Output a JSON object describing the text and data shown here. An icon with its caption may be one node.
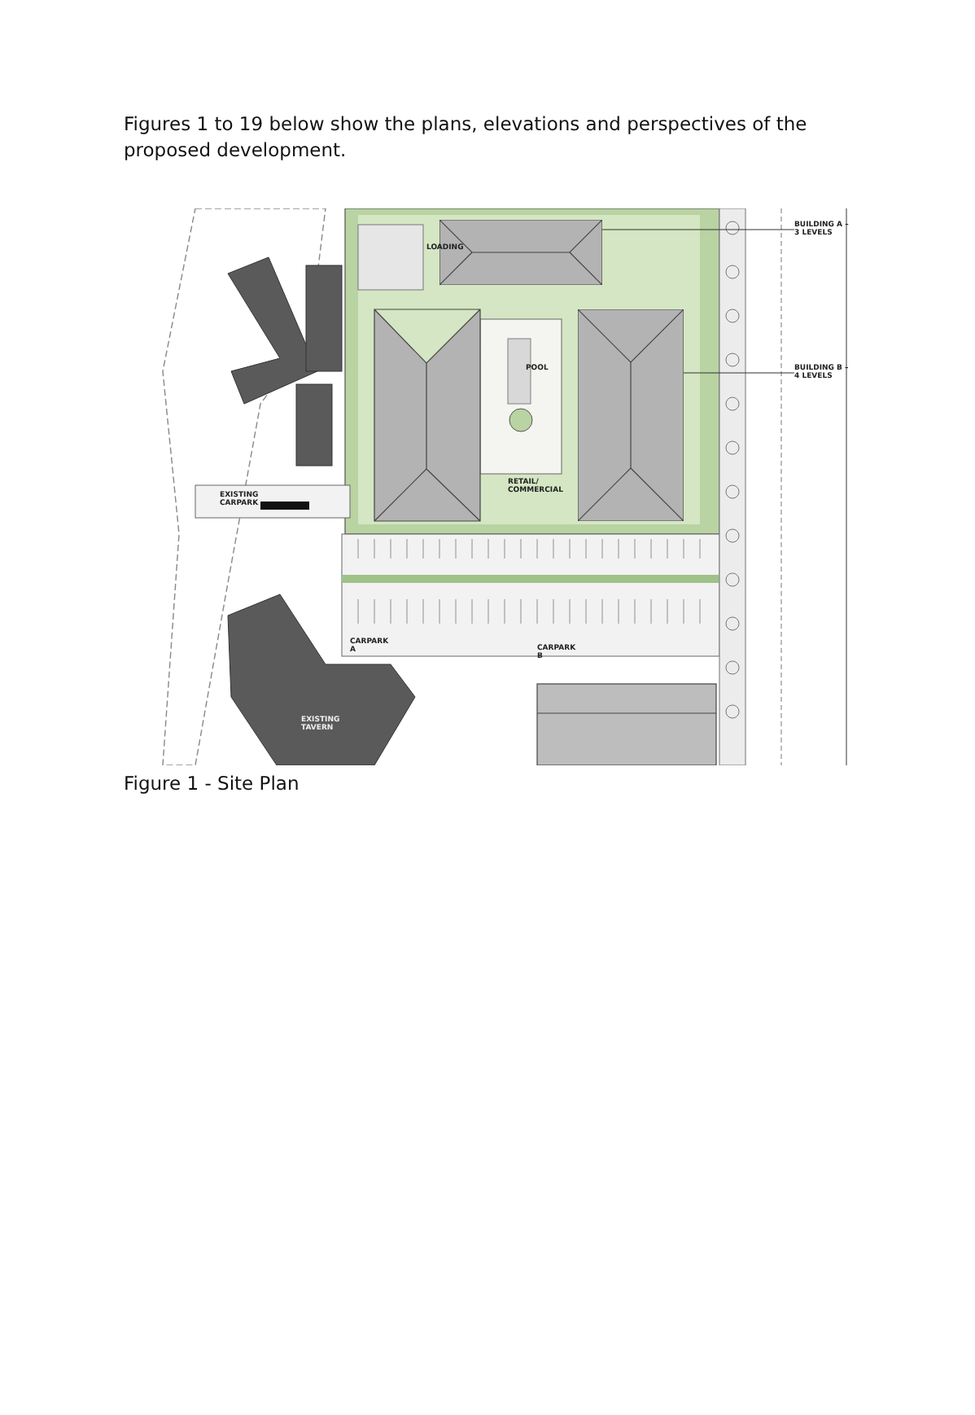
{
  "diagram": {
    "caption": "Figure 1 - Site Plan",
    "nodes": [
      {
        "text": [
          "BUILDING A – 3 LEVELS"
        ]
      },
      {
        "text": [],
        "shape": "picture"
      },
      {
        "text": [
          "BUILDING B – 4 LEVELS"
        ]
      },
      {
        "text": [],
        "shape": "picture"
      }
    ],
    "edges": [
      {
        "from": 0,
        "to": 1,
        "arrow": "none"
      },
      {
        "from": 2,
        "to": 3,
        "arrow": "none"
      }
    ],
    "labels": [
      "Figures 1 to 19 below show the plans, elevations and perspectives of the proposed development.",
      "LOADING",
      "POOL",
      "RETAIL/ COMMERCIAL",
      "EXISTING CARPARK",
      "CARPARK A",
      "CARPARK B",
      "EXISTING TAVERN"
    ]
  }
}
